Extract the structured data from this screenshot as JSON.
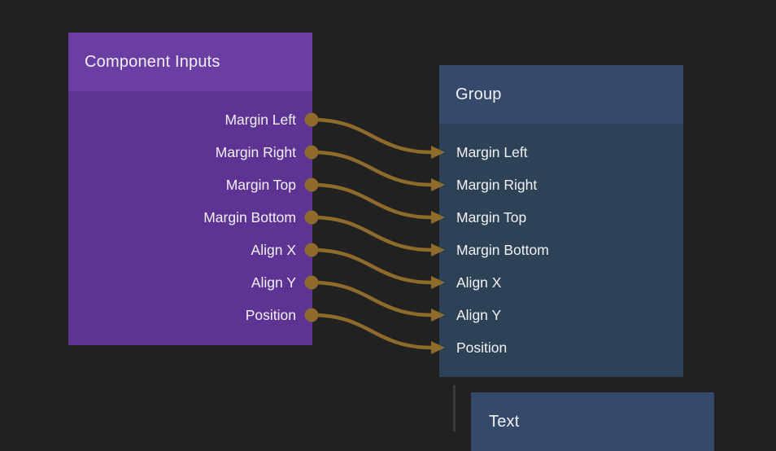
{
  "canvas": {
    "background_color": "#212122",
    "text_color": "#F1F0F4"
  },
  "nodes": {
    "component_inputs": {
      "title": "Component Inputs",
      "header_color": "#6A3EA2",
      "body_color": "#5D3494",
      "outputs": [
        "Margin Left",
        "Margin Right",
        "Margin Top",
        "Margin Bottom",
        "Align X",
        "Align Y",
        "Position"
      ]
    },
    "group": {
      "title": "Group",
      "header_color": "#354A6B",
      "body_color": "#2E4257",
      "inputs": [
        "Margin Left",
        "Margin Right",
        "Margin Top",
        "Margin Bottom",
        "Align X",
        "Align Y",
        "Position"
      ]
    },
    "text": {
      "title": "Text",
      "header_color": "#354A6B"
    }
  },
  "connections": {
    "color": "#8E6B2B",
    "links": [
      {
        "from": "Component Inputs.Margin Left",
        "to": "Group.Margin Left"
      },
      {
        "from": "Component Inputs.Margin Right",
        "to": "Group.Margin Right"
      },
      {
        "from": "Component Inputs.Margin Top",
        "to": "Group.Margin Top"
      },
      {
        "from": "Component Inputs.Margin Bottom",
        "to": "Group.Margin Bottom"
      },
      {
        "from": "Component Inputs.Align X",
        "to": "Group.Align X"
      },
      {
        "from": "Component Inputs.Align Y",
        "to": "Group.Align Y"
      },
      {
        "from": "Component Inputs.Position",
        "to": "Group.Position"
      }
    ]
  }
}
